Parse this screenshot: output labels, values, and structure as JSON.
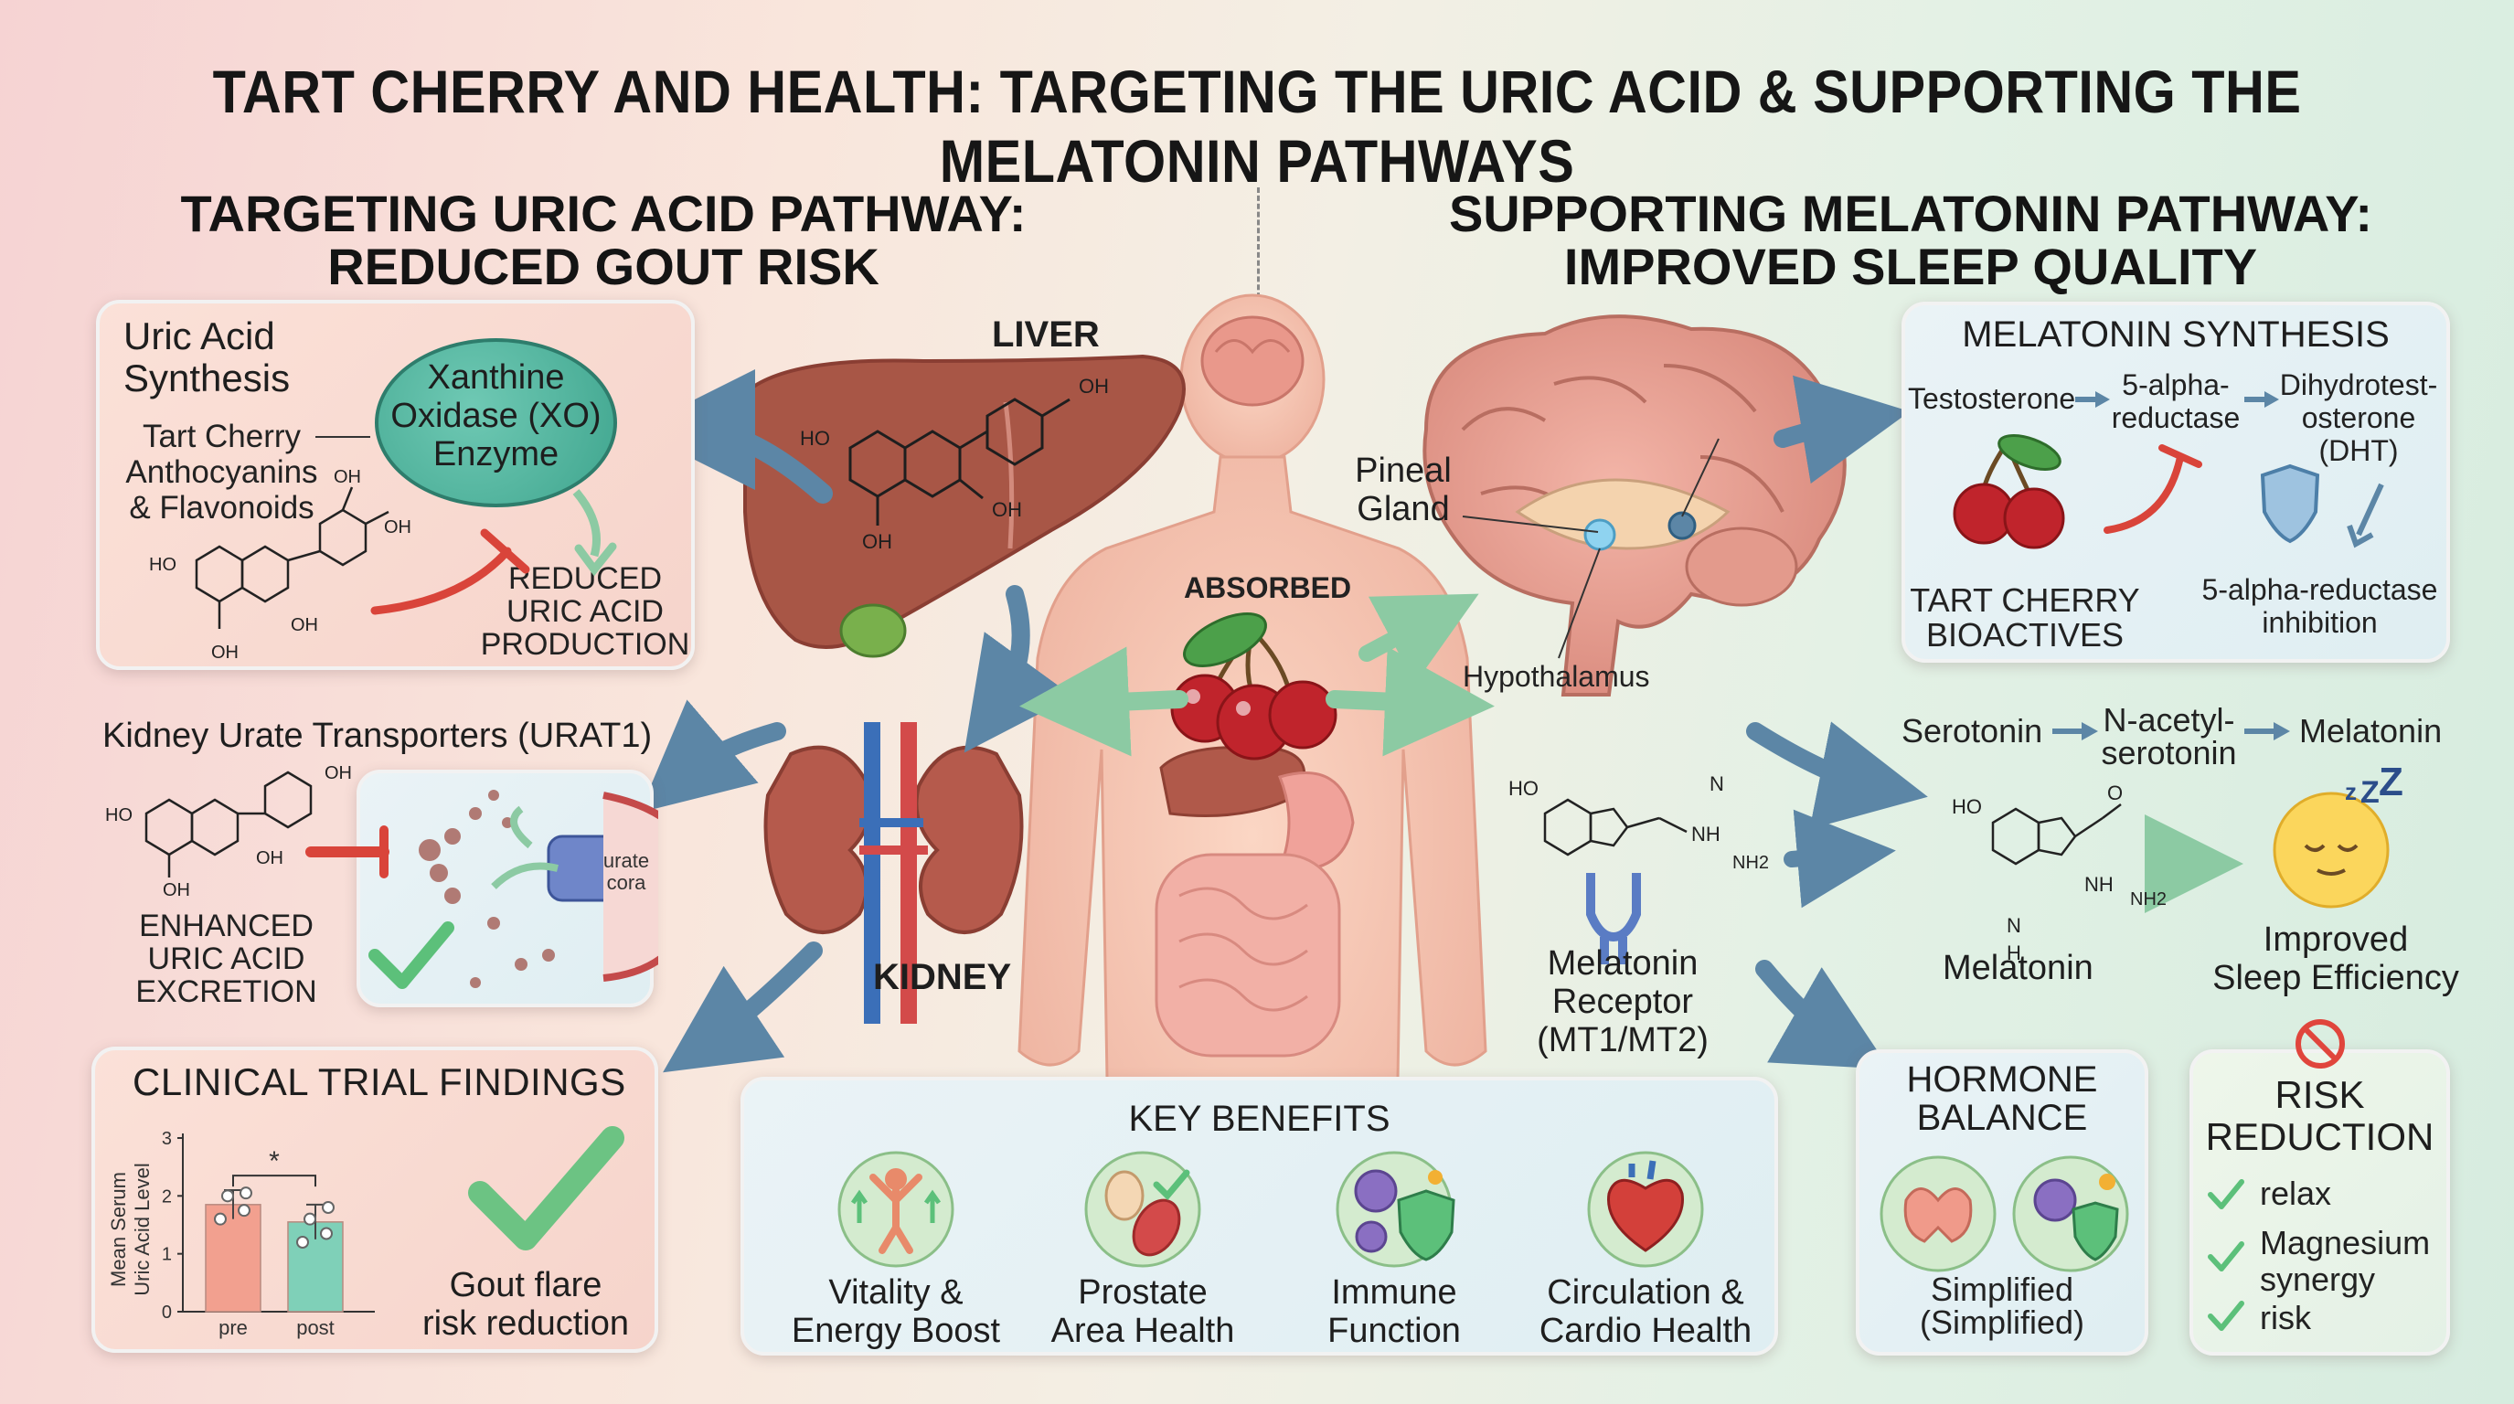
{
  "title": "TART CHERRY AND HEALTH: TARGETING THE URIC ACID & SUPPORTING THE MELATONIN PATHWAYS",
  "left": {
    "heading_line1": "TARGETING URIC ACID PATHWAY:",
    "heading_line2": "REDUCED GOUT RISK",
    "synthesis": {
      "label_line1": "Uric Acid",
      "label_line2": "Synthesis",
      "enzyme_line1": "Xanthine",
      "enzyme_line2": "Oxidase (XO)",
      "enzyme_line3": "Enzyme",
      "cherry_line1": "Tart Cherry",
      "cherry_line2": "Anthocyanins",
      "cherry_line3": "& Flavonoids",
      "result_line1": "REDUCED",
      "result_line2": "URIC ACID",
      "result_line3": "PRODUCTION"
    },
    "kidney_transport": {
      "title": "Kidney Urate Transporters (URAT1)",
      "result_line1": "ENHANCED",
      "result_line2": "URIC ACID",
      "result_line3": "EXCRETION",
      "channel_line1": "urate",
      "channel_line2": "cora"
    },
    "clinical": {
      "title": "CLINICAL TRIAL FINDINGS",
      "outcome_line1": "Gout flare",
      "outcome_line2": "risk reduction"
    }
  },
  "center": {
    "liver_label": "LIVER",
    "absorbed_label": "ABSORBED",
    "kidney_label": "KIDNEY"
  },
  "right": {
    "heading_line1": "SUPPORTING MELATONIN PATHWAY:",
    "heading_line2": "IMPROVED SLEEP QUALITY",
    "brain": {
      "pineal_line1": "Pineal",
      "pineal_line2": "Gland",
      "hypothalamus": "Hypothalamus"
    },
    "synthesis": {
      "title": "MELATONIN SYNTHESIS",
      "testosterone": "Testosterone",
      "enzyme_line1": "5-alpha-",
      "enzyme_line2": "reductase",
      "dht_line1": "Dihydrotest-",
      "dht_line2": "osterone",
      "dht_line3": "(DHT)",
      "bioactives_line1": "TART CHERRY",
      "bioactives_line2": "BIOACTIVES",
      "inhibition_line1": "5-alpha-reductase",
      "inhibition_line2": "inhibition"
    },
    "pathway": {
      "serotonin": "Serotonin",
      "acetyl_line1": "N-acetyl-",
      "acetyl_line2": "serotonin",
      "melatonin": "Melatonin"
    },
    "receptor_line1": "Melatonin",
    "receptor_line2": "Receptor",
    "receptor_line3": "(MT1/MT2)",
    "melatonin_label": "Melatonin",
    "sleep_line1": "Improved",
    "sleep_line2": "Sleep Efficiency",
    "hormone": {
      "title_line1": "HORMONE",
      "title_line2": "BALANCE",
      "caption_line1": "Simplified",
      "caption_line2": "(Simplified)"
    },
    "risk": {
      "title_line1": "RISK",
      "title_line2": "REDUCTION",
      "item1": "relax",
      "item2_line1": "Magnesium",
      "item2_line2": "synergy",
      "item3": "risk"
    }
  },
  "benefits": {
    "title": "KEY BENEFITS",
    "items": [
      {
        "line1": "Vitality &",
        "line2": "Energy Boost"
      },
      {
        "line1": "Prostate",
        "line2": "Area Health"
      },
      {
        "line1": "Immune",
        "line2": "Function"
      },
      {
        "line1": "Circulation &",
        "line2": "Cardio Health"
      }
    ]
  },
  "molecule_labels": {
    "ho": "HO",
    "oh": "OH",
    "nh": "NH",
    "nh2": "NH2",
    "n": "N",
    "h": "H",
    "o": "O"
  },
  "chart_data": {
    "type": "bar",
    "categories": [
      "pre",
      "post"
    ],
    "values": [
      1.85,
      1.55
    ],
    "errors": [
      0.25,
      0.3
    ],
    "points": [
      [
        1.6,
        1.75,
        2.0,
        2.05
      ],
      [
        1.2,
        1.35,
        1.6,
        1.8
      ]
    ],
    "title": "",
    "xlabel": "",
    "ylabel_line1": "Mean Serum",
    "ylabel_line2": "Uric Acid Level",
    "ylim": [
      0,
      3
    ],
    "yticks": [
      "0",
      "1",
      "2",
      "3"
    ],
    "significance": "*",
    "colors": [
      "#f2a08f",
      "#7fd0b8"
    ]
  },
  "colors": {
    "arrow_blue": "#5c86a6",
    "arrow_green": "#8ccaa3",
    "inhibit_red": "#d9443a",
    "check_green": "#5cc07a",
    "liver": "#a55445",
    "cherry": "#c0242c"
  }
}
